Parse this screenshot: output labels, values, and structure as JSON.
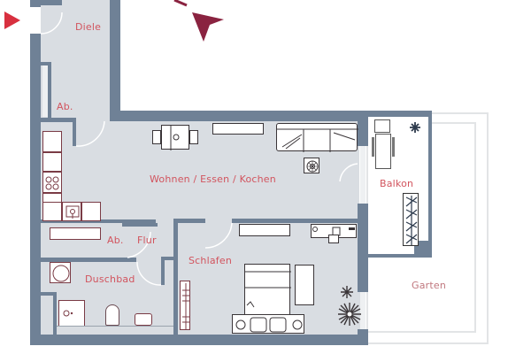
{
  "floorplan": {
    "rooms": {
      "diele": "Diele",
      "abstellraum_top": "Ab.",
      "wohnen": "Wohnen / Essen / Kochen",
      "balkon": "Balkon",
      "abstellraum_flur": "Ab.",
      "flur": "Flur",
      "schlafen": "Schlafen",
      "duschbad": "Duschbad",
      "garten": "Garten"
    },
    "markers": {
      "entrance_arrow": "entrance-arrow",
      "north_arrow": "north-arrow"
    },
    "colors": {
      "wall": "#6f8196",
      "floor": "#d9dde2",
      "label": "#d2545e",
      "entrance_arrow": "#d8303f",
      "north_arrow": "#8a2340"
    }
  }
}
